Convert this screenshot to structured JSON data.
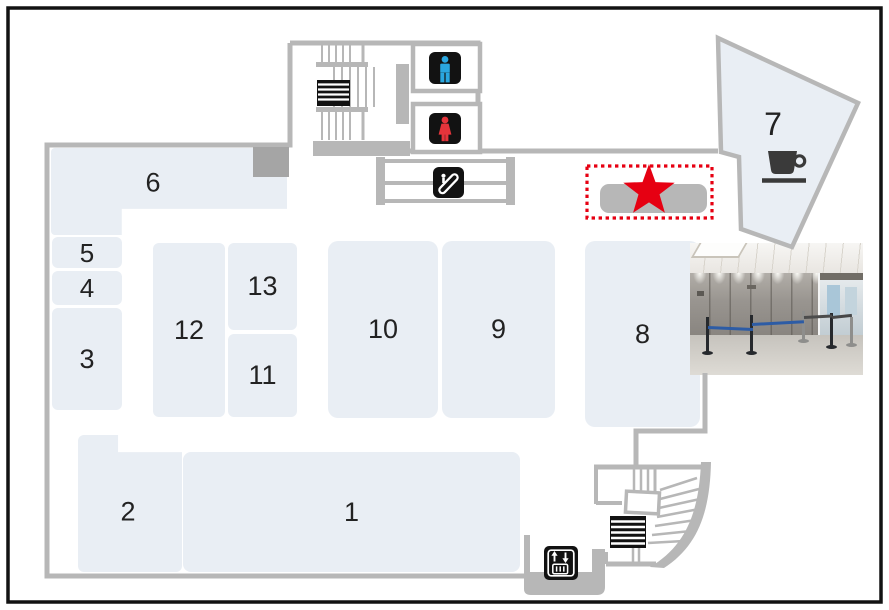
{
  "map": {
    "type": "floor-plan",
    "rooms": [
      {
        "number": "1"
      },
      {
        "number": "2"
      },
      {
        "number": "3"
      },
      {
        "number": "4"
      },
      {
        "number": "5"
      },
      {
        "number": "6"
      },
      {
        "number": "7"
      },
      {
        "number": "8"
      },
      {
        "number": "9"
      },
      {
        "number": "10"
      },
      {
        "number": "11"
      },
      {
        "number": "12"
      },
      {
        "number": "13"
      }
    ],
    "room7_amenity": "coffee-cup",
    "marker": {
      "name": "current-location",
      "shape": "star",
      "color": "#e60012"
    },
    "icons": [
      {
        "name": "stairs-upper",
        "style": "striped-block"
      },
      {
        "name": "mens-restroom",
        "color": "#2aa7e0"
      },
      {
        "name": "womens-restroom",
        "color": "#e5343b"
      },
      {
        "name": "escalator",
        "glyph_color": "#ffffff"
      },
      {
        "name": "stairs-lower",
        "style": "striped-block"
      },
      {
        "name": "elevator",
        "glyph_color": "#ffffff"
      }
    ],
    "photo": {
      "subject": "interior corridor with queue stanchions and blue belt"
    },
    "colors": {
      "room_fill": "#e9eef4",
      "corridor": "#b7b7b7",
      "block": "#a5a5a5",
      "marker_red": "#e60012",
      "male_blue": "#2aa7e0",
      "female_red": "#e5343b",
      "icon_black": "#121212"
    }
  }
}
